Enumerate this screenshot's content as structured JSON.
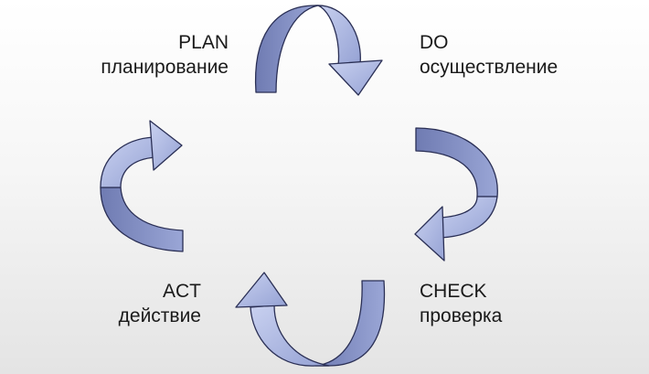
{
  "stages": {
    "plan": {
      "code": "PLAN",
      "name": "планирование"
    },
    "do": {
      "code": "DO",
      "name": "осуществление"
    },
    "check": {
      "code": "CHECK",
      "name": "проверка"
    },
    "act": {
      "code": "ACT",
      "name": "действие"
    }
  },
  "colors": {
    "arrow_front": "#9eaad8",
    "arrow_back": "#7c88bc",
    "arrow_light": "#c8d0ee",
    "arrow_outline": "#2a2f55",
    "text": "#1a1a1a"
  },
  "arrows": [
    "curved-arrow-top",
    "curved-arrow-right",
    "curved-arrow-bottom",
    "curved-arrow-left"
  ]
}
